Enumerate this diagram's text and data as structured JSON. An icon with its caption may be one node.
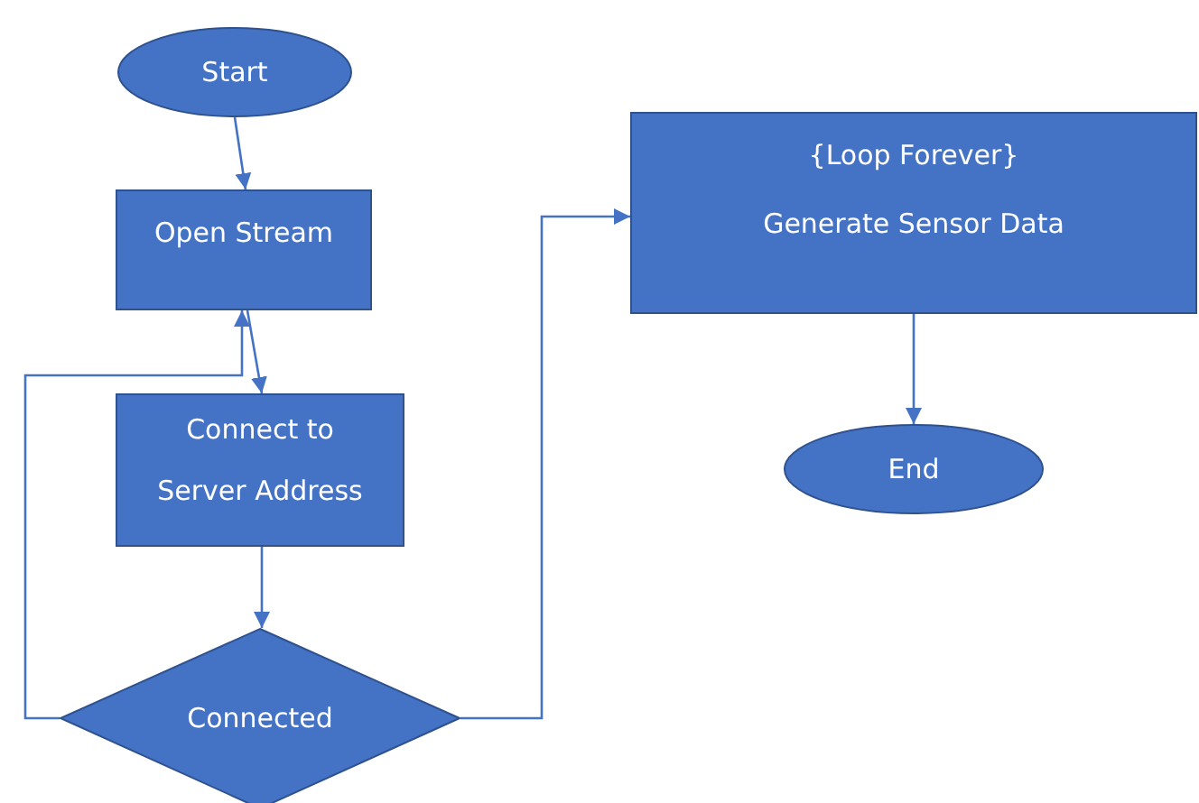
{
  "diagram": {
    "nodes": [
      {
        "text": [
          "Start"
        ]
      },
      {
        "text": [
          "Open Stream"
        ]
      },
      {
        "text": [
          "Connect to",
          "Server Address"
        ]
      },
      {
        "text": [
          "Connected"
        ]
      },
      {
        "text": [
          "{Loop Forever}",
          "Generate Sensor Data"
        ]
      },
      {
        "text": [
          "End"
        ]
      }
    ],
    "edges": [
      {
        "from": 0,
        "to": 1,
        "arrow": "to"
      },
      {
        "from": 1,
        "to": 2,
        "arrow": "to"
      },
      {
        "from": 2,
        "to": 3,
        "arrow": "to"
      },
      {
        "from": 3,
        "to": 1,
        "arrow": "to"
      },
      {
        "from": 3,
        "to": 4,
        "arrow": "to"
      },
      {
        "from": 4,
        "to": 5,
        "arrow": "to"
      }
    ]
  }
}
